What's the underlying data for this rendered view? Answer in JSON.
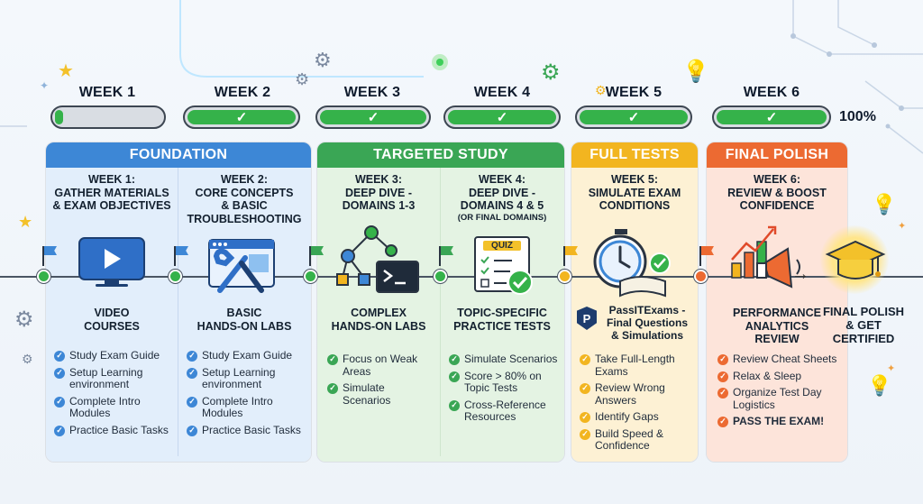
{
  "weeks": [
    "WEEK 1",
    "WEEK 2",
    "WEEK 3",
    "WEEK 4",
    "WEEK 5",
    "WEEK 6"
  ],
  "progress": [
    0.08,
    1,
    1,
    1,
    1,
    1
  ],
  "progress_mark": "✓",
  "final_percent": "100%",
  "phases": [
    {
      "label": "FOUNDATION",
      "color": "#3d87d6",
      "bg": "#e2eefb"
    },
    {
      "label": "TARGETED STUDY",
      "color": "#3aa655",
      "bg": "#e4f3e3"
    },
    {
      "label": "FULL TESTS",
      "color": "#f2b520",
      "bg": "#fdf1d4"
    },
    {
      "label": "FINAL POLISH",
      "color": "#ec6a32",
      "bg": "#fde4da"
    }
  ],
  "columns": [
    {
      "title": "WEEK 1:\nGATHER MATERIALS\n& EXAM OBJECTIVES",
      "sub": "VIDEO\nCOURSES",
      "icon": "video-play-icon",
      "tasks": [
        "Study Exam Guide",
        "Setup Learning environment",
        "Complete Intro Modules",
        "Practice Basic Tasks"
      ]
    },
    {
      "title": "WEEK 2:\nCORE CONCEPTS\n& BASIC\nTROUBLESHOOTING",
      "sub": "BASIC\nHANDS-ON LABS",
      "icon": "wrench-browser-icon",
      "tasks": [
        "Study Exam Guide",
        "Setup Learning environment",
        "Complete Intro Modules",
        "Practice Basic Tasks"
      ]
    },
    {
      "title": "WEEK 3:\nDEEP DIVE -\nDOMAINS 1-3",
      "sub": "COMPLEX\nHANDS-ON LABS",
      "icon": "network-terminal-icon",
      "tasks": [
        "Focus on Weak Areas",
        "Simulate Scenarios"
      ]
    },
    {
      "title": "WEEK 4:\nDEEP DIVE -\nDOMAINS 4 & 5",
      "title_note": "(OR FINAL DOMAINS)",
      "sub": "TOPIC-SPECIFIC\nPRACTICE TESTS",
      "icon": "quiz-checklist-icon",
      "icon_text": "QUIZ",
      "tasks": [
        "Simulate Scenarios",
        "Score > 80% on Topic Tests",
        "Cross-Reference Resources"
      ]
    },
    {
      "title": "WEEK 5:\nSIMULATE EXAM\nCONDITIONS",
      "sub": "PassITExams -\nFinal Questions\n& Simulations",
      "icon": "stopwatch-book-icon",
      "logo_text": "P",
      "tasks": [
        "Take Full-Length Exams",
        "Review Wrong Answers",
        "Identify Gaps",
        "Build Speed & Confidence"
      ]
    },
    {
      "title": "WEEK 6:\nREVIEW & BOOST\nCONFIDENCE",
      "sub": "PERFORMANCE\nANALYTICS\nREVIEW",
      "icon": "analytics-megaphone-icon",
      "tasks": [
        "Review Cheat Sheets",
        "Relax & Sleep",
        "Organize Test Day Logistics",
        "PASS THE EXAM!"
      ]
    }
  ],
  "final_step": "FINAL POLISH\n& GET\nCERTIFIED",
  "final_icon": "graduation-cap-icon",
  "node_colors": [
    "#35b24a",
    "#35b24a",
    "#35b24a",
    "#35b24a",
    "#f2b520",
    "#ec6a32"
  ]
}
